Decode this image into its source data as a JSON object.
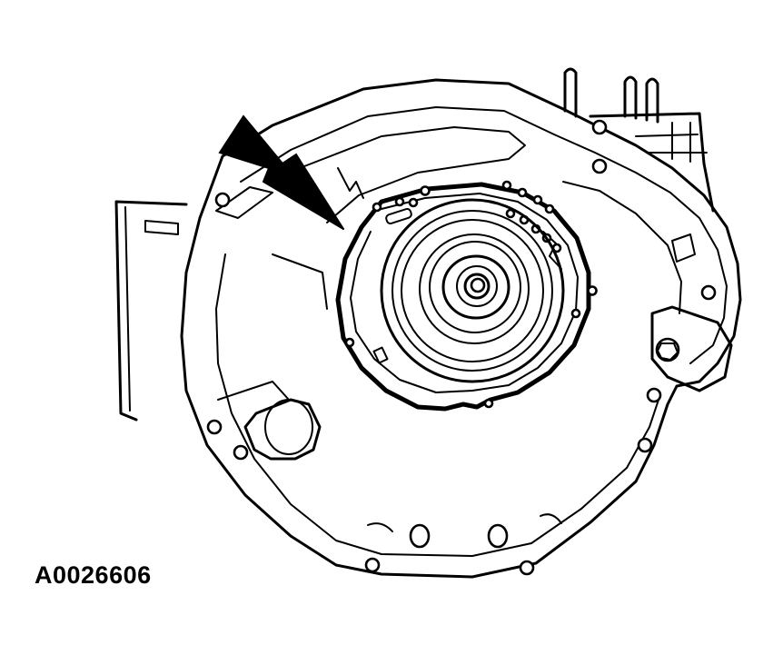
{
  "figure": {
    "id_label": "A0026606",
    "subject": "transmission-bell-housing-with-gasket",
    "callout": "arrow-pointing-to-gasket",
    "colors": {
      "line": "#000000",
      "background": "#ffffff"
    }
  }
}
